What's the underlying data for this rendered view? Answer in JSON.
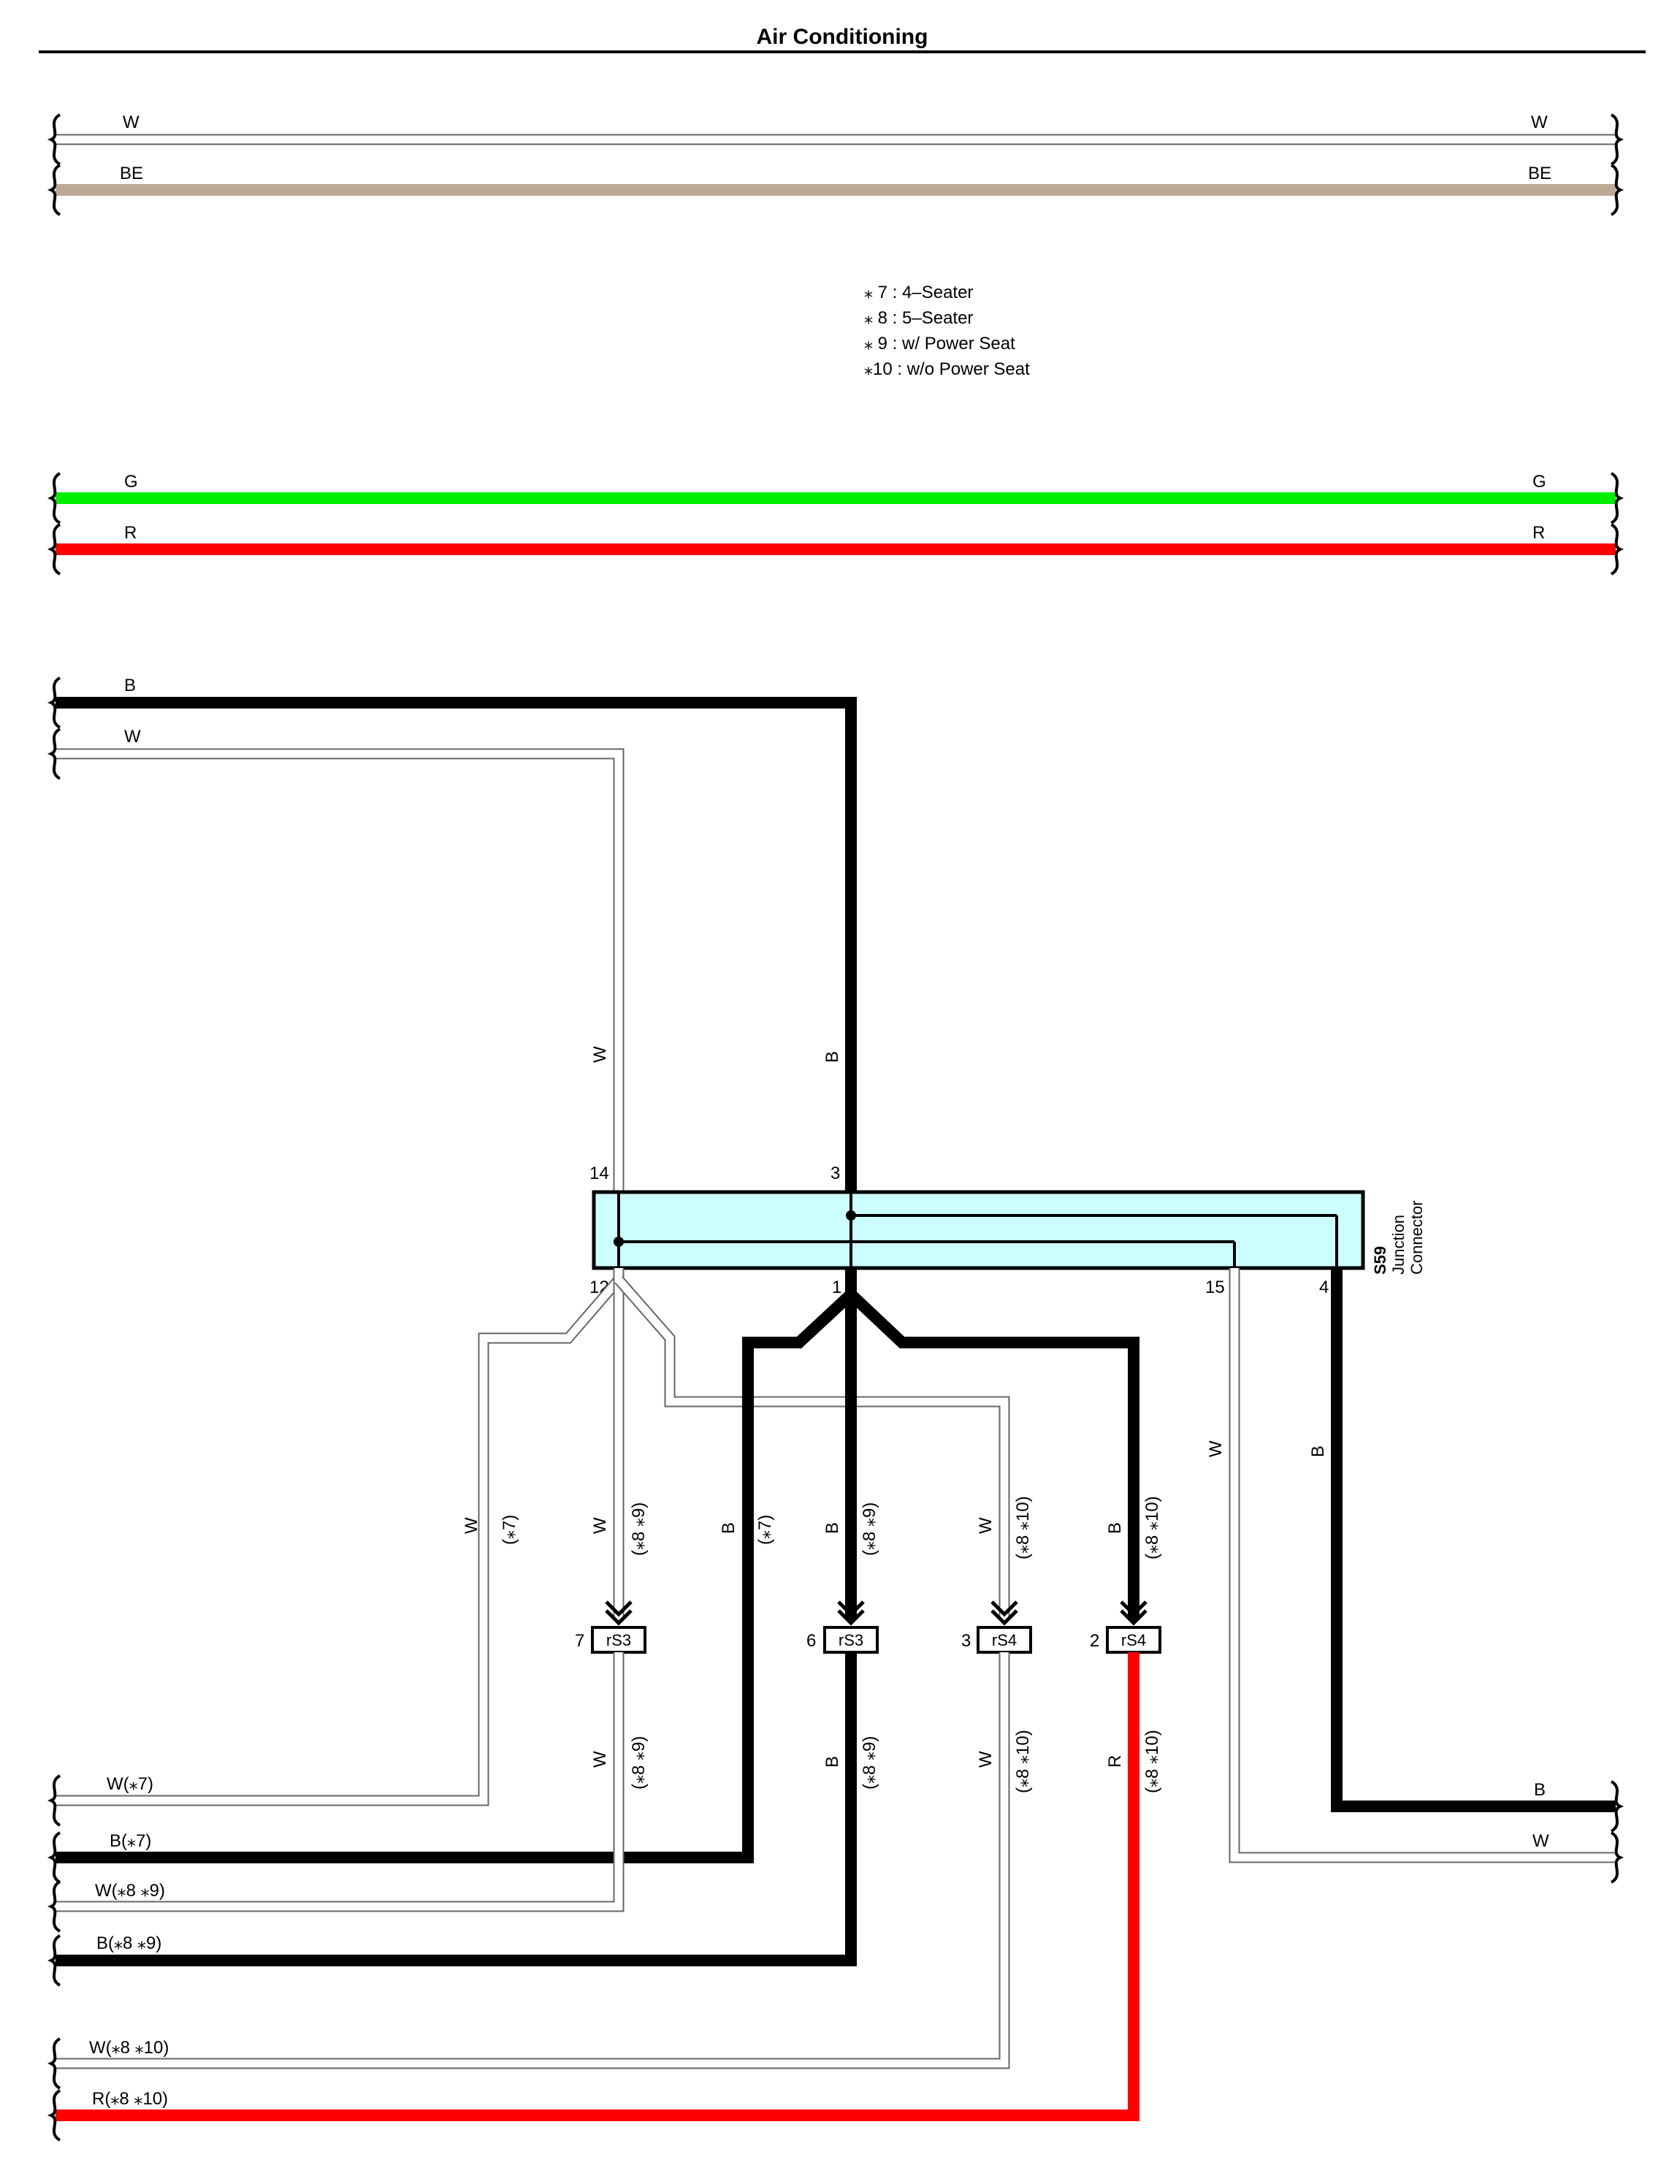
{
  "page": {
    "title": "Air Conditioning"
  },
  "colors": {
    "W": "#ffffff",
    "BE": "#bba995",
    "G": "#00ee00",
    "R": "#ff0000",
    "B": "#000000",
    "junction_fill": "#ccffff"
  },
  "notes": [
    "⁎ 7 : 4–Seater",
    "⁎ 8 : 5–Seater",
    "⁎ 9 : w/ Power Seat",
    "⁎10 : w/o Power Seat"
  ],
  "top_wires": [
    {
      "color": "W",
      "left_label": "W",
      "right_label": "W"
    },
    {
      "color": "BE",
      "left_label": "BE",
      "right_label": "BE"
    },
    {
      "color": "G",
      "left_label": "G",
      "right_label": "G"
    },
    {
      "color": "R",
      "left_label": "R",
      "right_label": "R"
    }
  ],
  "junction": {
    "id": "S59",
    "name_line1": "Junction",
    "name_line2": "Connector",
    "pins": {
      "p14": "14",
      "p3": "3",
      "p12": "12",
      "p1": "1",
      "p15": "15",
      "p4": "4"
    }
  },
  "vertical_labels": {
    "w_upper": "W",
    "b_upper": "B",
    "w_7": "W",
    "w_7_note": "(⁎7)",
    "w_89": "W",
    "w_89_note": "(⁎8 ⁎9)",
    "b_7": "B",
    "b_7_note": "(⁎7)",
    "b_89": "B",
    "b_89_note": "(⁎8 ⁎9)",
    "w_810": "W",
    "w_810_note": "(⁎8 ⁎10)",
    "b_810": "B",
    "b_810_note": "(⁎8 ⁎10)",
    "w_15": "W",
    "b_4": "B",
    "w_89_low": "W",
    "w_89_low_note": "(⁎8 ⁎9)",
    "b_89_low": "B",
    "b_89_low_note": "(⁎8 ⁎9)",
    "w_810_low": "W",
    "w_810_low_note": "(⁎8 ⁎10)",
    "r_810_low": "R",
    "r_810_low_note": "(⁎8 ⁎10)"
  },
  "connectors": [
    {
      "pin": "7",
      "name": "rS3"
    },
    {
      "pin": "6",
      "name": "rS3"
    },
    {
      "pin": "3",
      "name": "rS4"
    },
    {
      "pin": "2",
      "name": "rS4"
    }
  ],
  "left_wires_upper": [
    {
      "label": "B"
    },
    {
      "label": "W"
    }
  ],
  "left_wires_lower": [
    {
      "label": "W(⁎7)"
    },
    {
      "label": "B(⁎7)"
    },
    {
      "label": "W(⁎8 ⁎9)"
    },
    {
      "label": "B(⁎8 ⁎9)"
    },
    {
      "label": "W(⁎8 ⁎10)"
    },
    {
      "label": "R(⁎8 ⁎10)"
    }
  ],
  "right_wires_lower": [
    {
      "label": "B"
    },
    {
      "label": "W"
    }
  ]
}
